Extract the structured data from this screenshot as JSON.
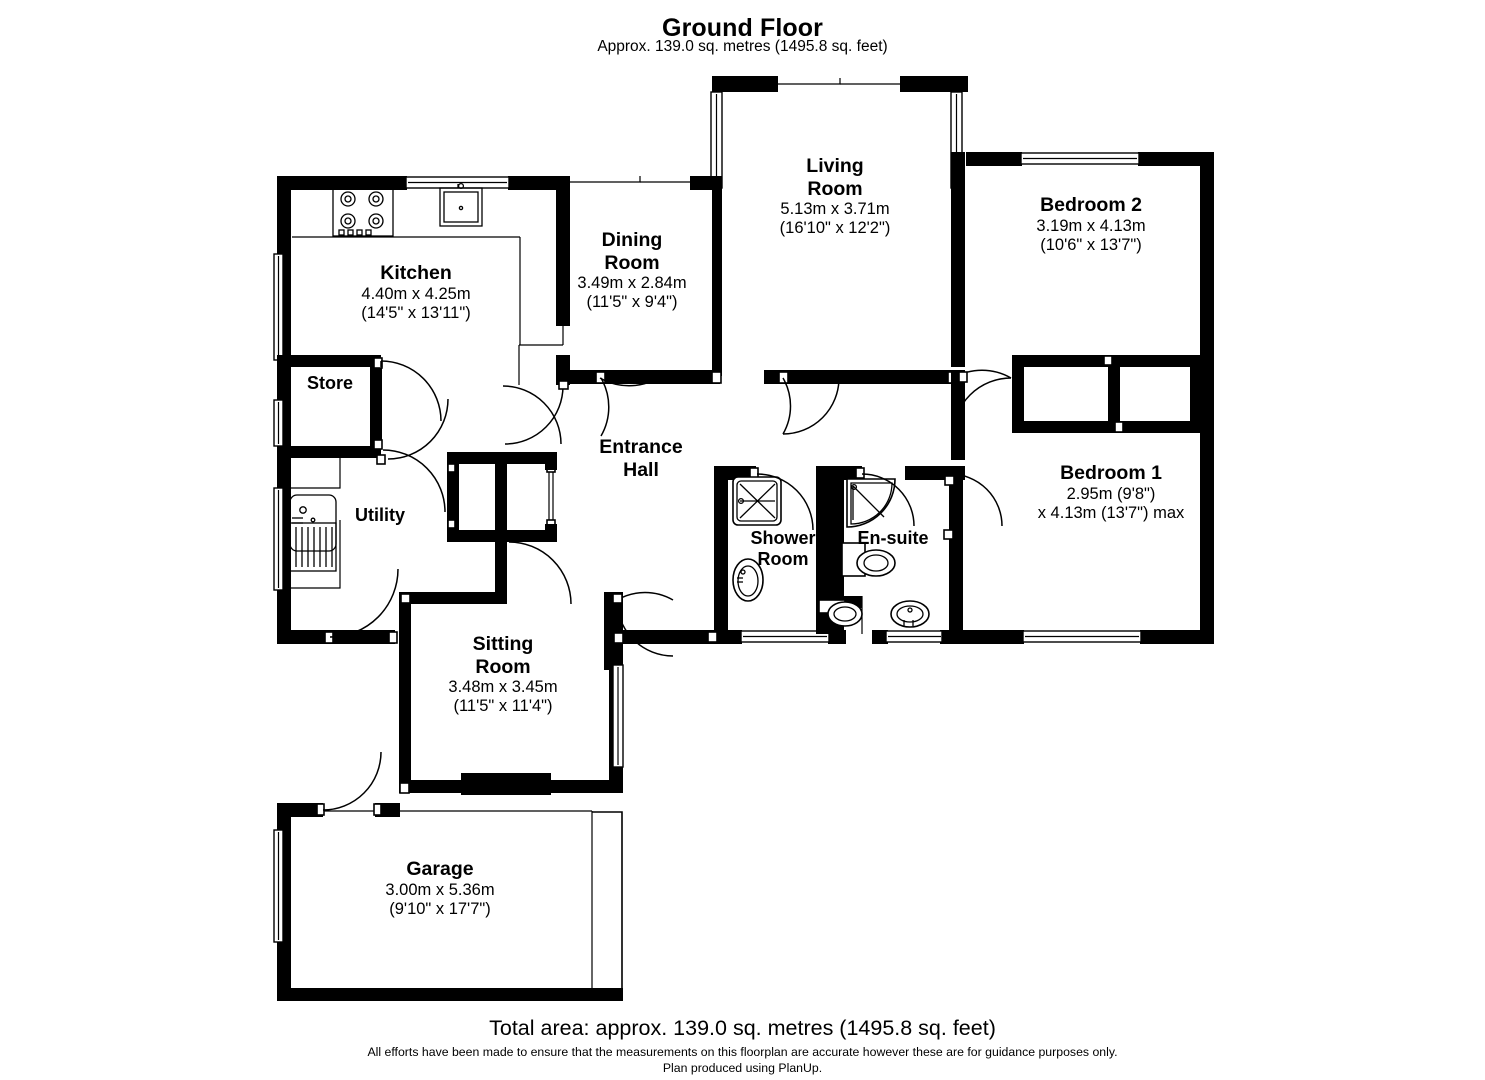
{
  "header": {
    "title": "Ground Floor",
    "subtitle": "Approx. 139.0 sq. metres (1495.8 sq. feet)"
  },
  "footer": {
    "total_area": "Total area: approx. 139.0 sq. metres (1495.8 sq. feet)",
    "disclaimer_line1": "All efforts have been made to ensure that the measurements on this floorplan are accurate however these are for guidance purposes only.",
    "disclaimer_line2": "Plan produced using PlanUp."
  },
  "rooms": [
    {
      "id": "kitchen",
      "name": "Kitchen",
      "dim_metric": "4.40m x 4.25m",
      "dim_imperial": "(14'5\" x 13'11\")",
      "fixtures": [
        "hob",
        "sink",
        "worktop"
      ]
    },
    {
      "id": "dining-room",
      "name_line1": "Dining",
      "name_line2": "Room",
      "dim_metric": "3.49m x 2.84m",
      "dim_imperial": "(11'5\" x 9'4\")"
    },
    {
      "id": "living-room",
      "name_line1": "Living",
      "name_line2": "Room",
      "dim_metric": "5.13m x 3.71m",
      "dim_imperial": "(16'10\" x 12'2\")"
    },
    {
      "id": "bedroom-2",
      "name": "Bedroom 2",
      "dim_metric": "3.19m x 4.13m",
      "dim_imperial": "(10'6\" x 13'7\")"
    },
    {
      "id": "bedroom-1",
      "name": "Bedroom 1",
      "dim_metric": "2.95m (9'8\")",
      "dim_imperial": "x 4.13m (13'7\") max"
    },
    {
      "id": "store",
      "name": "Store",
      "dim_metric": "",
      "dim_imperial": ""
    },
    {
      "id": "utility",
      "name": "Utility",
      "dim_metric": "",
      "dim_imperial": "",
      "fixtures": [
        "sink",
        "drainer"
      ]
    },
    {
      "id": "entrance-hall",
      "name_line1": "Entrance",
      "name_line2": "Hall"
    },
    {
      "id": "shower-room",
      "name_line1": "Shower",
      "name_line2": "Room",
      "fixtures": [
        "shower-tray",
        "basin",
        "wc"
      ]
    },
    {
      "id": "en-suite",
      "name": "En-suite",
      "fixtures": [
        "shower-tray",
        "wc",
        "basin"
      ]
    },
    {
      "id": "sitting-room",
      "name_line1": "Sitting",
      "name_line2": "Room",
      "dim_metric": "3.48m x 3.45m",
      "dim_imperial": "(11'5\" x 11'4\")",
      "fixtures": [
        "fireplace"
      ]
    },
    {
      "id": "garage",
      "name": "Garage",
      "dim_metric": "3.00m x 5.36m",
      "dim_imperial": "(9'10\" x 17'7\")"
    }
  ],
  "colors": {
    "wall": "#000000",
    "background": "#ffffff",
    "text": "#000000"
  }
}
